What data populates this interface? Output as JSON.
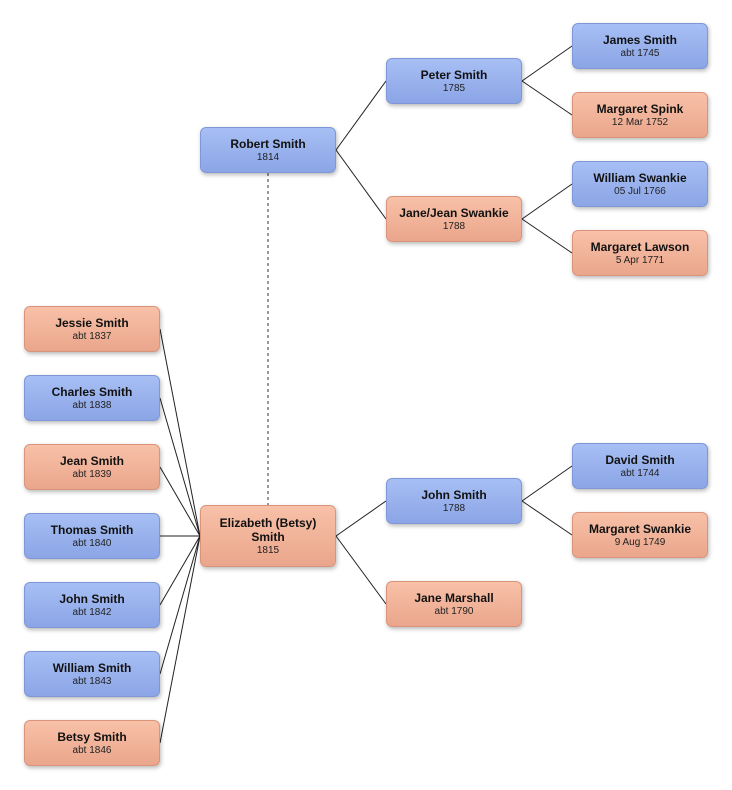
{
  "colors": {
    "male": "#97aeea",
    "female": "#f1b29a",
    "line": "#222222"
  },
  "people": {
    "robert": {
      "name": "Robert Smith",
      "date": "1814",
      "sex": "m"
    },
    "elizabeth": {
      "name": "Elizabeth (Betsy) Smith",
      "date": "1815",
      "sex": "f"
    },
    "peter": {
      "name": "Peter Smith",
      "date": "1785",
      "sex": "m"
    },
    "jane_swankie": {
      "name": "Jane/Jean Swankie",
      "date": "1788",
      "sex": "f"
    },
    "james": {
      "name": "James Smith",
      "date": "abt 1745",
      "sex": "m"
    },
    "margaret_spink": {
      "name": "Margaret Spink",
      "date": "12 Mar 1752",
      "sex": "f"
    },
    "william_swankie": {
      "name": "William Swankie",
      "date": "05 Jul 1766",
      "sex": "m"
    },
    "margaret_lawson": {
      "name": "Margaret Lawson",
      "date": "5 Apr 1771",
      "sex": "f"
    },
    "john_1788": {
      "name": "John Smith",
      "date": "1788",
      "sex": "m"
    },
    "jane_marshall": {
      "name": "Jane Marshall",
      "date": "abt 1790",
      "sex": "f"
    },
    "david": {
      "name": "David Smith",
      "date": "abt 1744",
      "sex": "m"
    },
    "margaret_swankie": {
      "name": "Margaret Swankie",
      "date": "9 Aug 1749",
      "sex": "f"
    },
    "jessie": {
      "name": "Jessie Smith",
      "date": "abt 1837",
      "sex": "f"
    },
    "charles": {
      "name": "Charles Smith",
      "date": "abt 1838",
      "sex": "m"
    },
    "jean": {
      "name": "Jean Smith",
      "date": "abt 1839",
      "sex": "f"
    },
    "thomas": {
      "name": "Thomas Smith",
      "date": "abt 1840",
      "sex": "m"
    },
    "john_1842": {
      "name": "John Smith",
      "date": "abt 1842",
      "sex": "m"
    },
    "william": {
      "name": "William Smith",
      "date": "abt 1843",
      "sex": "m"
    },
    "betsy": {
      "name": "Betsy Smith",
      "date": "abt 1846",
      "sex": "f"
    }
  }
}
